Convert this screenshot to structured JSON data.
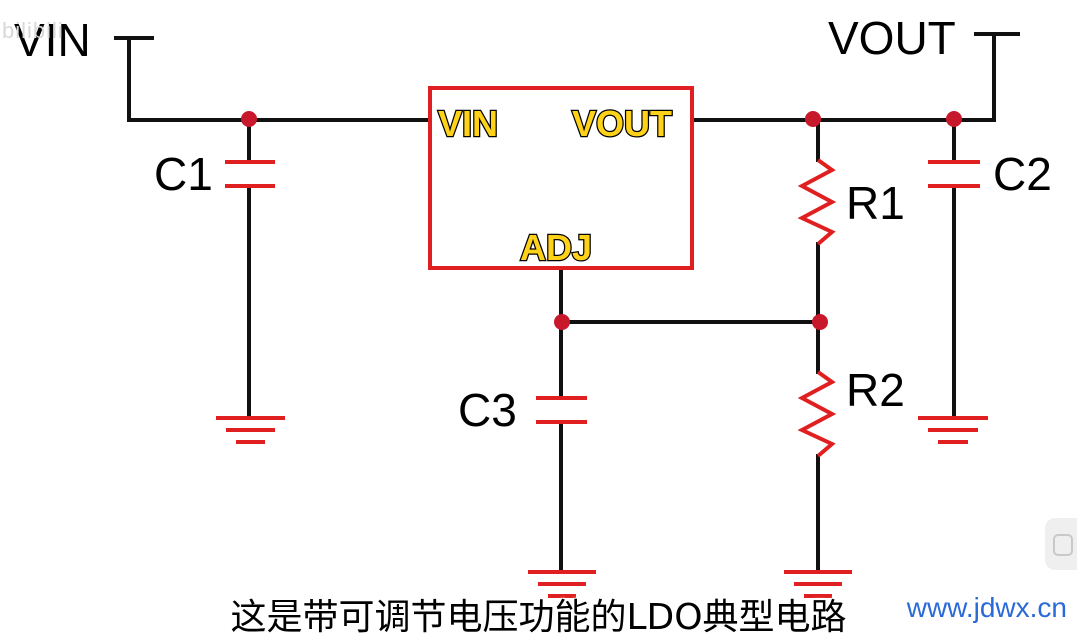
{
  "labels": {
    "vin": "VIN",
    "vout": "VOUT",
    "c1": "C1",
    "c2": "C2",
    "c3": "C3",
    "r1": "R1",
    "r2": "R2"
  },
  "ic_pins": {
    "vin": "VIN",
    "vout": "VOUT",
    "adj": "ADJ"
  },
  "caption": "这是带可调节电压功能的LDO典型电路",
  "watermark": {
    "bilibili": "bilibili",
    "site": "www.jdwx.cn"
  },
  "colors": {
    "wire": "#111111",
    "component": "#e02020",
    "node": "#c8182c",
    "pin_label": "#ffd21a"
  }
}
